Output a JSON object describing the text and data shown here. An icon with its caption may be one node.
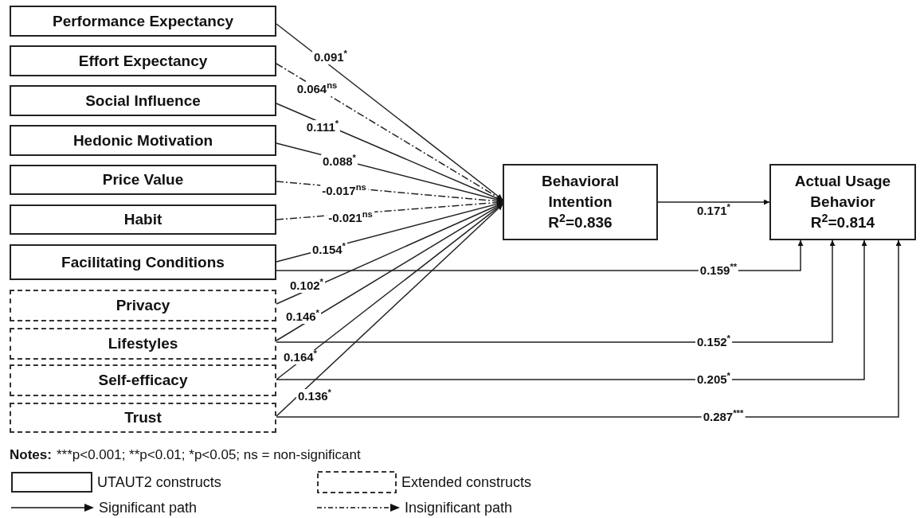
{
  "diagram": {
    "nodes": [
      {
        "text": [
          "Performance Expectancy"
        ]
      },
      {
        "text": [
          "Effort Expectancy"
        ]
      },
      {
        "text": [
          "Social Influence"
        ]
      },
      {
        "text": [
          "Hedonic Motivation"
        ]
      },
      {
        "text": [
          "Price Value"
        ]
      },
      {
        "text": [
          "Habit"
        ]
      },
      {
        "text": [
          "Facilitating Conditions"
        ]
      },
      {
        "text": [
          "Privacy"
        ]
      },
      {
        "text": [
          "Lifestyles"
        ]
      },
      {
        "text": [
          "Self-efficacy"
        ]
      },
      {
        "text": [
          "Trust"
        ]
      },
      {
        "text": [
          "Behavioral Intention",
          "R$^{2}$=0.836"
        ]
      },
      {
        "text": [
          "Actual Usage Behavior",
          "R$^{2}$=0.814"
        ]
      }
    ],
    "edges": [
      {
        "from": 0,
        "to": 11,
        "arrow": "to",
        "label": "0.091$^{*}$"
      },
      {
        "from": 1,
        "to": 11,
        "arrow": "to",
        "label": "0.064$^{ns}$",
        "style": "dashed"
      },
      {
        "from": 2,
        "to": 11,
        "arrow": "to",
        "label": "0.111$^{*}$"
      },
      {
        "from": 3,
        "to": 11,
        "arrow": "to",
        "label": "0.088$^{*}$"
      },
      {
        "from": 4,
        "to": 11,
        "arrow": "to",
        "label": "-0.017$^{ns}$",
        "style": "dashed"
      },
      {
        "from": 5,
        "to": 11,
        "arrow": "to",
        "label": "-0.021$^{ns}$",
        "style": "dashed"
      },
      {
        "from": 6,
        "to": 11,
        "arrow": "to",
        "label": "0.154$^{*}$"
      },
      {
        "from": 7,
        "to": 11,
        "arrow": "to",
        "label": "0.102$^{*}$"
      },
      {
        "from": 8,
        "to": 11,
        "arrow": "to",
        "label": "0.146$^{*}$"
      },
      {
        "from": 9,
        "to": 11,
        "arrow": "to",
        "label": "0.164$^{*}$"
      },
      {
        "from": 10,
        "to": 11,
        "arrow": "to",
        "label": "0.136$^{*}$"
      },
      {
        "from": 11,
        "to": 12,
        "arrow": "to",
        "label": "0.171$^{*}$"
      },
      {
        "from": 6,
        "to": 12,
        "arrow": "to",
        "label": "0.159$^{**}$"
      },
      {
        "from": 8,
        "to": 12,
        "arrow": "to",
        "label": "0.152$^{*}$"
      },
      {
        "from": 9,
        "to": 12,
        "arrow": "to",
        "label": "0.205$^{*}$"
      },
      {
        "from": 10,
        "to": 12,
        "arrow": "to",
        "label": "0.287$^{***}$"
      }
    ],
    "labels": [
      "Notes:",
      "***p<0.001; **p<0.01; *p<0.05; ns = non-significant"
    ],
    "legend": [
      {
        "text": "UTAUT2 constructs"
      },
      {
        "text": "Extended constructs"
      },
      {
        "text": "Significant path"
      },
      {
        "text": "Insignificant path"
      }
    ]
  }
}
